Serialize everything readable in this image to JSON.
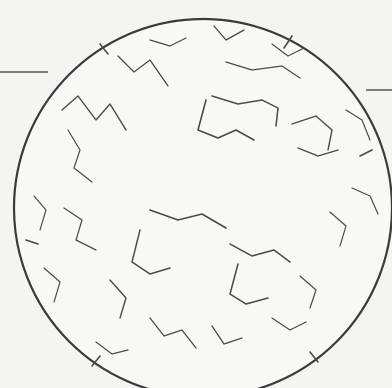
{
  "figure": {
    "description_free": true,
    "colors": {
      "background": "#f4f4f2",
      "ink": "#3a3a3a",
      "sphere_fill": "#f8f8f6"
    },
    "elements": [
      "horizon-line-left",
      "horizon-line-right",
      "sphere-outline",
      "crack-pattern"
    ]
  }
}
